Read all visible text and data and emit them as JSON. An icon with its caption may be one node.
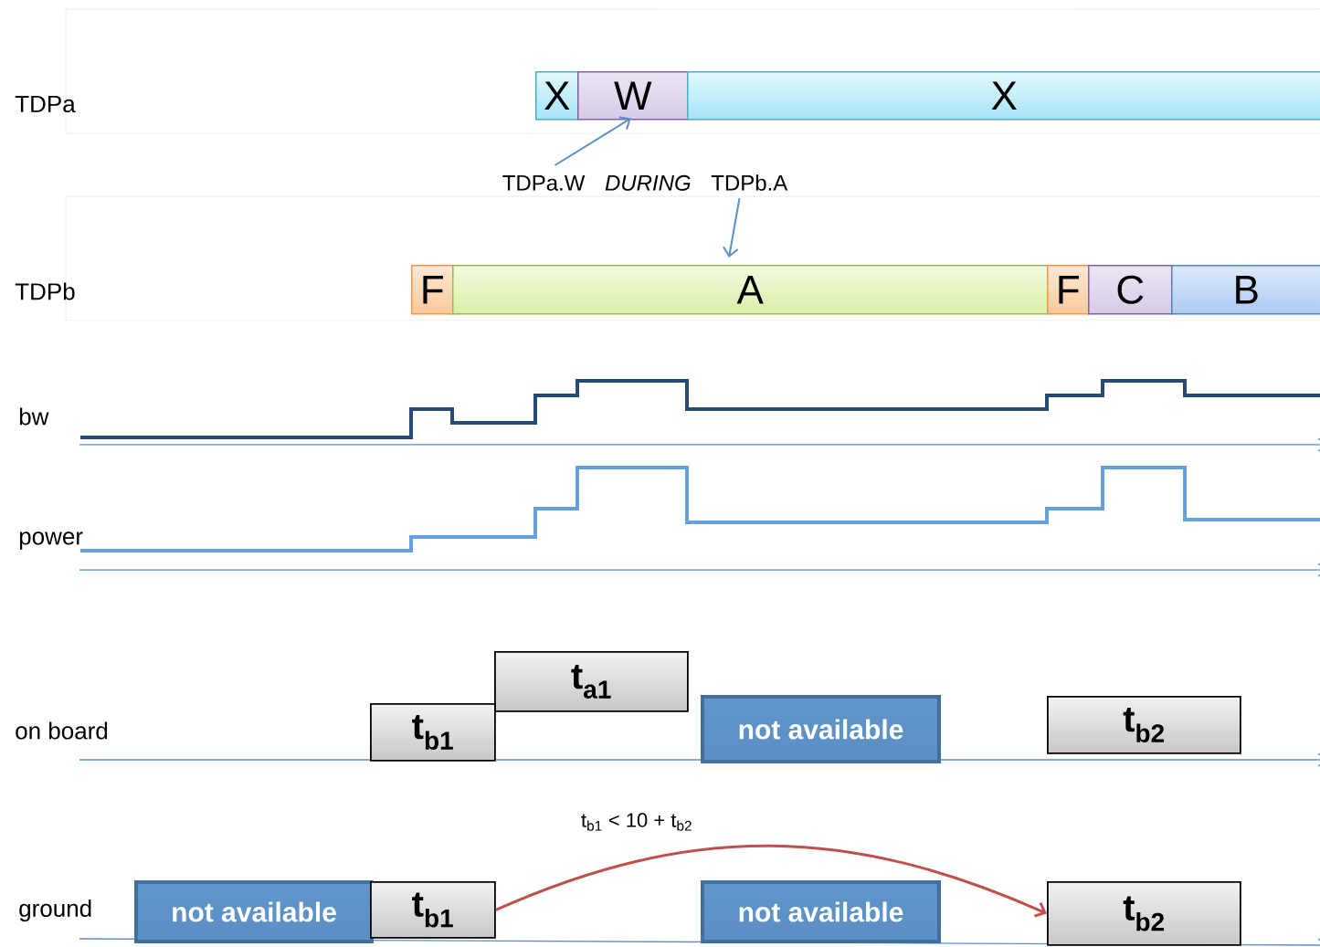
{
  "diagram": {
    "nodes": [
      {
        "text": [
          "X"
        ]
      },
      {
        "text": [
          "W"
        ]
      },
      {
        "text": [
          "X"
        ]
      },
      {
        "text": [
          "F"
        ]
      },
      {
        "text": [
          "A"
        ]
      },
      {
        "text": [
          "F"
        ]
      },
      {
        "text": [
          "C"
        ]
      },
      {
        "text": [
          "B"
        ]
      },
      {
        "text": [
          "TDPa.W *DURING* TDPb.A"
        ]
      },
      {
        "text": [
          "t$_{a1}$"
        ]
      },
      {
        "text": [
          "t$_{b1}$"
        ]
      },
      {
        "text": [
          "not available"
        ]
      },
      {
        "text": [
          "t$_{b2}$"
        ]
      },
      {
        "text": [
          "not available"
        ]
      },
      {
        "text": [
          "t$_{b1}$"
        ]
      },
      {
        "text": [
          "not available"
        ]
      },
      {
        "text": [
          "t$_{b2}$"
        ]
      }
    ],
    "edges": [
      {
        "from": 8,
        "to": 1,
        "arrow": "to"
      },
      {
        "from": 8,
        "to": 4,
        "arrow": "to"
      },
      {
        "from": 14,
        "to": 16,
        "arrow": "to",
        "label": "t$_{b1}$ < 10 + t$_{b2}$",
        "color": "#c0504d"
      }
    ],
    "labels": [
      "TDPa",
      "TDPb",
      "bw",
      "power",
      "on board",
      "ground"
    ]
  }
}
